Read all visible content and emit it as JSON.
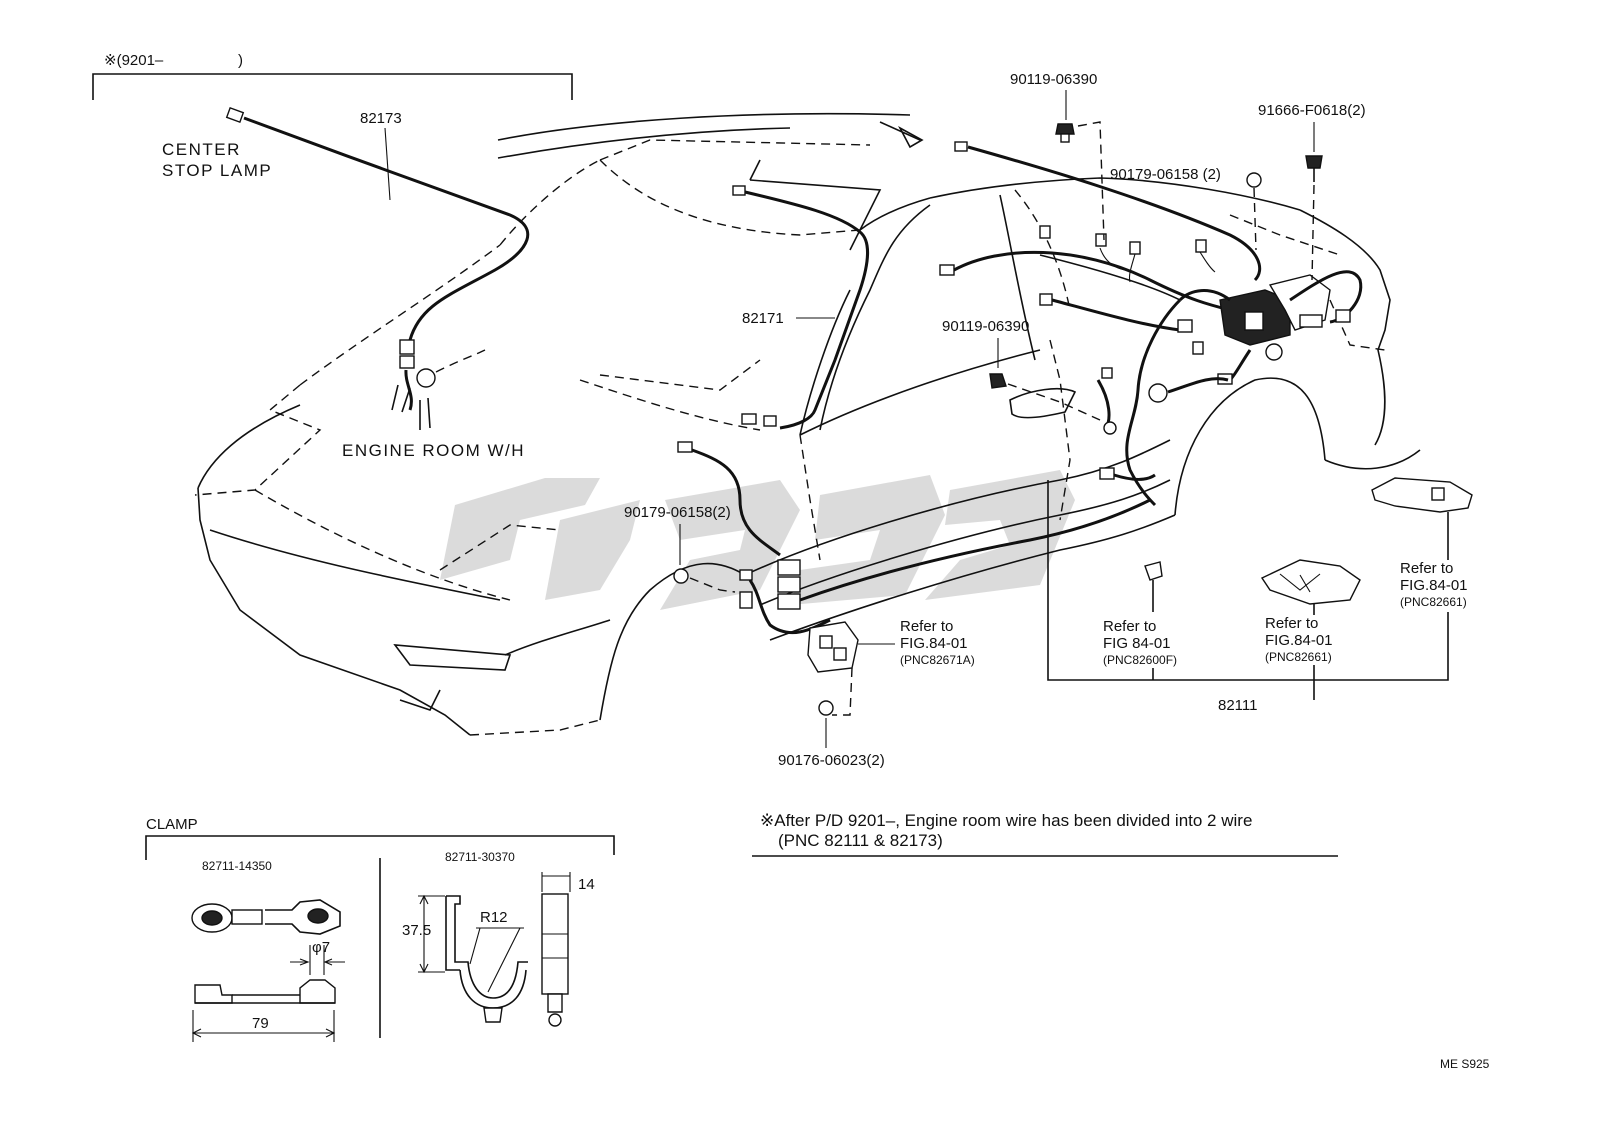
{
  "header_note": {
    "mark": "※(9201–",
    "close": ")"
  },
  "parts": {
    "center_stop_wire": "82173",
    "center_stop_lamp_1": "CENTER",
    "center_stop_lamp_2": "STOP  LAMP",
    "engine_room_wh": "ENGINE  ROOM  W/H",
    "cowl_wire": "82171",
    "bolt_top": "90119-06390",
    "bolt_mid": "90119-06390",
    "clip_rear": "90179-06158 (2)",
    "clip_front": "90179-06158(2)",
    "screw_top": "91666-F0618(2)",
    "nut_bottom": "90176-06023(2)",
    "main_wire": "82111"
  },
  "refs": [
    {
      "line1": "Refer to",
      "line2": "FIG.84-01",
      "pnc": "(PNC82671A)"
    },
    {
      "line1": "Refer to",
      "line2": "FIG 84-01",
      "pnc": "(PNC82600F)"
    },
    {
      "line1": "Refer to",
      "line2": "FIG.84-01",
      "pnc": "(PNC82661)"
    },
    {
      "line1": "Refer to",
      "line2": "FIG.84-01",
      "pnc": "(PNC82661)"
    }
  ],
  "clamp": {
    "title": "CLAMP",
    "left_part": "82711-14350",
    "right_part": "82711-30370",
    "dim_phi": "φ7",
    "dim_width": "79",
    "dim_height": "37.5",
    "dim_radius": "R12",
    "dim_thick": "14"
  },
  "footnote": {
    "line1": "※After P/D 9201–, Engine room wire has been divided into 2 wire",
    "line2": "(PNC 82111 & 82173)"
  },
  "page_code": "ME  S925"
}
